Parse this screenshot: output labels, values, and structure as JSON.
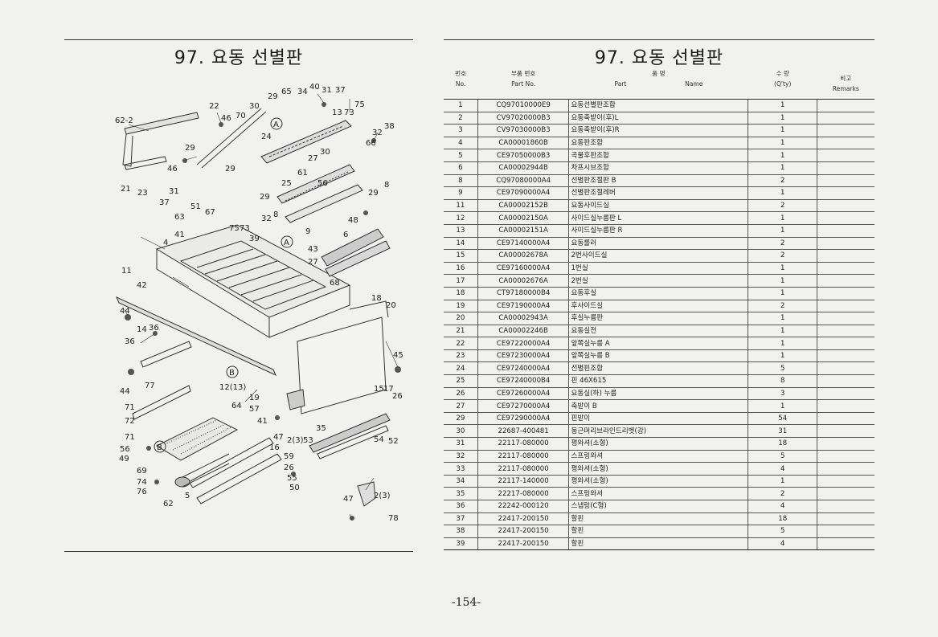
{
  "left_title": "97. 요동 선별판",
  "right_title": "97. 요동 선별판",
  "table": {
    "headers": {
      "no_ko": "번호",
      "no_en": "No.",
      "part_ko": "부품 번호",
      "part_en": "Part No.",
      "name_ko": "품 명",
      "name_en1": "Part",
      "name_en2": "Name",
      "qty_ko": "수 량",
      "qty_en": "(Q'ty)",
      "rem_ko": "비고",
      "rem_en": "Remarks"
    },
    "rows": [
      {
        "no": "1",
        "part": "CQ97010000E9",
        "name": "요동선별판조합",
        "qty": "1"
      },
      {
        "no": "2",
        "part": "CV97020000B3",
        "name": "요동축받이(후)L",
        "qty": "1"
      },
      {
        "no": "3",
        "part": "CV97030000B3",
        "name": "요동축받이(후)R",
        "qty": "1"
      },
      {
        "no": "4",
        "part": "CA00001860B",
        "name": "요동판조합",
        "qty": "1"
      },
      {
        "no": "5",
        "part": "CE97050000B3",
        "name": "곡물후판조합",
        "qty": "1"
      },
      {
        "no": "6",
        "part": "CA00002944B",
        "name": "차프시브조합",
        "qty": "1"
      },
      {
        "no": "8",
        "part": "CQ97080000A4",
        "name": "선별판조절판 B",
        "qty": "2"
      },
      {
        "no": "9",
        "part": "CE97090000A4",
        "name": "선별판조절레버",
        "qty": "1"
      },
      {
        "no": "11",
        "part": "CA00002152B",
        "name": "요동사이드실",
        "qty": "2"
      },
      {
        "no": "12",
        "part": "CA00002150A",
        "name": "사이드실누름판 L",
        "qty": "1"
      },
      {
        "no": "13",
        "part": "CA00002151A",
        "name": "사이드실누름판 R",
        "qty": "1"
      },
      {
        "no": "14",
        "part": "CE97140000A4",
        "name": "요동롤러",
        "qty": "2"
      },
      {
        "no": "15",
        "part": "CA00002678A",
        "name": "2번사이드실",
        "qty": "2"
      },
      {
        "no": "16",
        "part": "CE97160000A4",
        "name": "1번실",
        "qty": "1"
      },
      {
        "no": "17",
        "part": "CA00002676A",
        "name": "2번실",
        "qty": "1"
      },
      {
        "no": "18",
        "part": "CT97180000B4",
        "name": "요동후실",
        "qty": "1"
      },
      {
        "no": "19",
        "part": "CE97190000A4",
        "name": "후사이드실",
        "qty": "2"
      },
      {
        "no": "20",
        "part": "CA00002943A",
        "name": "후실누름판",
        "qty": "1"
      },
      {
        "no": "21",
        "part": "CA00002246B",
        "name": "요동실전",
        "qty": "1"
      },
      {
        "no": "22",
        "part": "CE97220000A4",
        "name": "앞쪽실누름 A",
        "qty": "1"
      },
      {
        "no": "23",
        "part": "CE97230000A4",
        "name": "앞쪽실누름 B",
        "qty": "1"
      },
      {
        "no": "24",
        "part": "CE97240000A4",
        "name": "선별핀조합",
        "qty": "5"
      },
      {
        "no": "25",
        "part": "CE97240000B4",
        "name": "핀 46X615",
        "qty": "8"
      },
      {
        "no": "26",
        "part": "CE97260000A4",
        "name": "요동실(하) 누름",
        "qty": "3"
      },
      {
        "no": "27",
        "part": "CE97270000A4",
        "name": "축받이 B",
        "qty": "1"
      },
      {
        "no": "29",
        "part": "CE97290000A4",
        "name": "핀받이",
        "qty": "54"
      },
      {
        "no": "30",
        "part": "22687-400481",
        "name": "둥근머리브라인드리벳(강)",
        "qty": "31"
      },
      {
        "no": "31",
        "part": "22117-080000",
        "name": "평와셔(소형)",
        "qty": "18"
      },
      {
        "no": "32",
        "part": "22117-080000",
        "name": "스프링와셔",
        "qty": "5"
      },
      {
        "no": "33",
        "part": "22117-080000",
        "name": "평와셔(소형)",
        "qty": "4"
      },
      {
        "no": "34",
        "part": "22117-140000",
        "name": "평와셔(소형)",
        "qty": "1"
      },
      {
        "no": "35",
        "part": "22217-080000",
        "name": "스프링와셔",
        "qty": "2"
      },
      {
        "no": "36",
        "part": "22242-000120",
        "name": "스냅링(C형)",
        "qty": "4"
      },
      {
        "no": "37",
        "part": "22417-200150",
        "name": "할핀",
        "qty": "18"
      },
      {
        "no": "38",
        "part": "22417-200150",
        "name": "할핀",
        "qty": "5"
      },
      {
        "no": "39",
        "part": "22417-200150",
        "name": "할핀",
        "qty": "4"
      }
    ]
  },
  "callouts": [
    {
      "t": "62-2"
    },
    {
      "t": "22"
    },
    {
      "t": "46"
    },
    {
      "t": "70"
    },
    {
      "t": "30"
    },
    {
      "t": "29"
    },
    {
      "t": "65"
    },
    {
      "t": "34"
    },
    {
      "t": "40"
    },
    {
      "t": "31"
    },
    {
      "t": "37"
    },
    {
      "t": "13"
    },
    {
      "t": "73"
    },
    {
      "t": "75"
    },
    {
      "t": "32"
    },
    {
      "t": "38"
    },
    {
      "t": "66"
    },
    {
      "t": "A"
    },
    {
      "t": "24"
    },
    {
      "t": "29"
    },
    {
      "t": "46"
    },
    {
      "t": "21"
    },
    {
      "t": "23"
    },
    {
      "t": "29"
    },
    {
      "t": "61"
    },
    {
      "t": "27"
    },
    {
      "t": "30"
    },
    {
      "t": "8"
    },
    {
      "t": "29"
    },
    {
      "t": "37"
    },
    {
      "t": "31"
    },
    {
      "t": "51"
    },
    {
      "t": "25"
    },
    {
      "t": "56"
    },
    {
      "t": "29"
    },
    {
      "t": "63"
    },
    {
      "t": "67"
    },
    {
      "t": "75"
    },
    {
      "t": "73"
    },
    {
      "t": "41"
    },
    {
      "t": "32"
    },
    {
      "t": "8"
    },
    {
      "t": "9"
    },
    {
      "t": "39"
    },
    {
      "t": "A"
    },
    {
      "t": "43"
    },
    {
      "t": "48"
    },
    {
      "t": "6"
    },
    {
      "t": "4"
    },
    {
      "t": "27"
    },
    {
      "t": "68"
    },
    {
      "t": "11"
    },
    {
      "t": "42"
    },
    {
      "t": "18"
    },
    {
      "t": "20"
    },
    {
      "t": "44"
    },
    {
      "t": "14"
    },
    {
      "t": "36"
    },
    {
      "t": "36"
    },
    {
      "t": "45"
    },
    {
      "t": "B"
    },
    {
      "t": "12(13)"
    },
    {
      "t": "77"
    },
    {
      "t": "44"
    },
    {
      "t": "19"
    },
    {
      "t": "57"
    },
    {
      "t": "15"
    },
    {
      "t": "17"
    },
    {
      "t": "26"
    },
    {
      "t": "71"
    },
    {
      "t": "64"
    },
    {
      "t": "72"
    },
    {
      "t": "41"
    },
    {
      "t": "35"
    },
    {
      "t": "71"
    },
    {
      "t": "47"
    },
    {
      "t": "2(3)"
    },
    {
      "t": "53"
    },
    {
      "t": "16"
    },
    {
      "t": "54"
    },
    {
      "t": "52"
    },
    {
      "t": "56"
    },
    {
      "t": "B"
    },
    {
      "t": "49"
    },
    {
      "t": "59"
    },
    {
      "t": "69"
    },
    {
      "t": "26"
    },
    {
      "t": "74"
    },
    {
      "t": "55"
    },
    {
      "t": "76"
    },
    {
      "t": "50"
    },
    {
      "t": "62"
    },
    {
      "t": "5"
    },
    {
      "t": "47"
    },
    {
      "t": "2(3)"
    },
    {
      "t": "78"
    }
  ],
  "page_number": "-154-"
}
